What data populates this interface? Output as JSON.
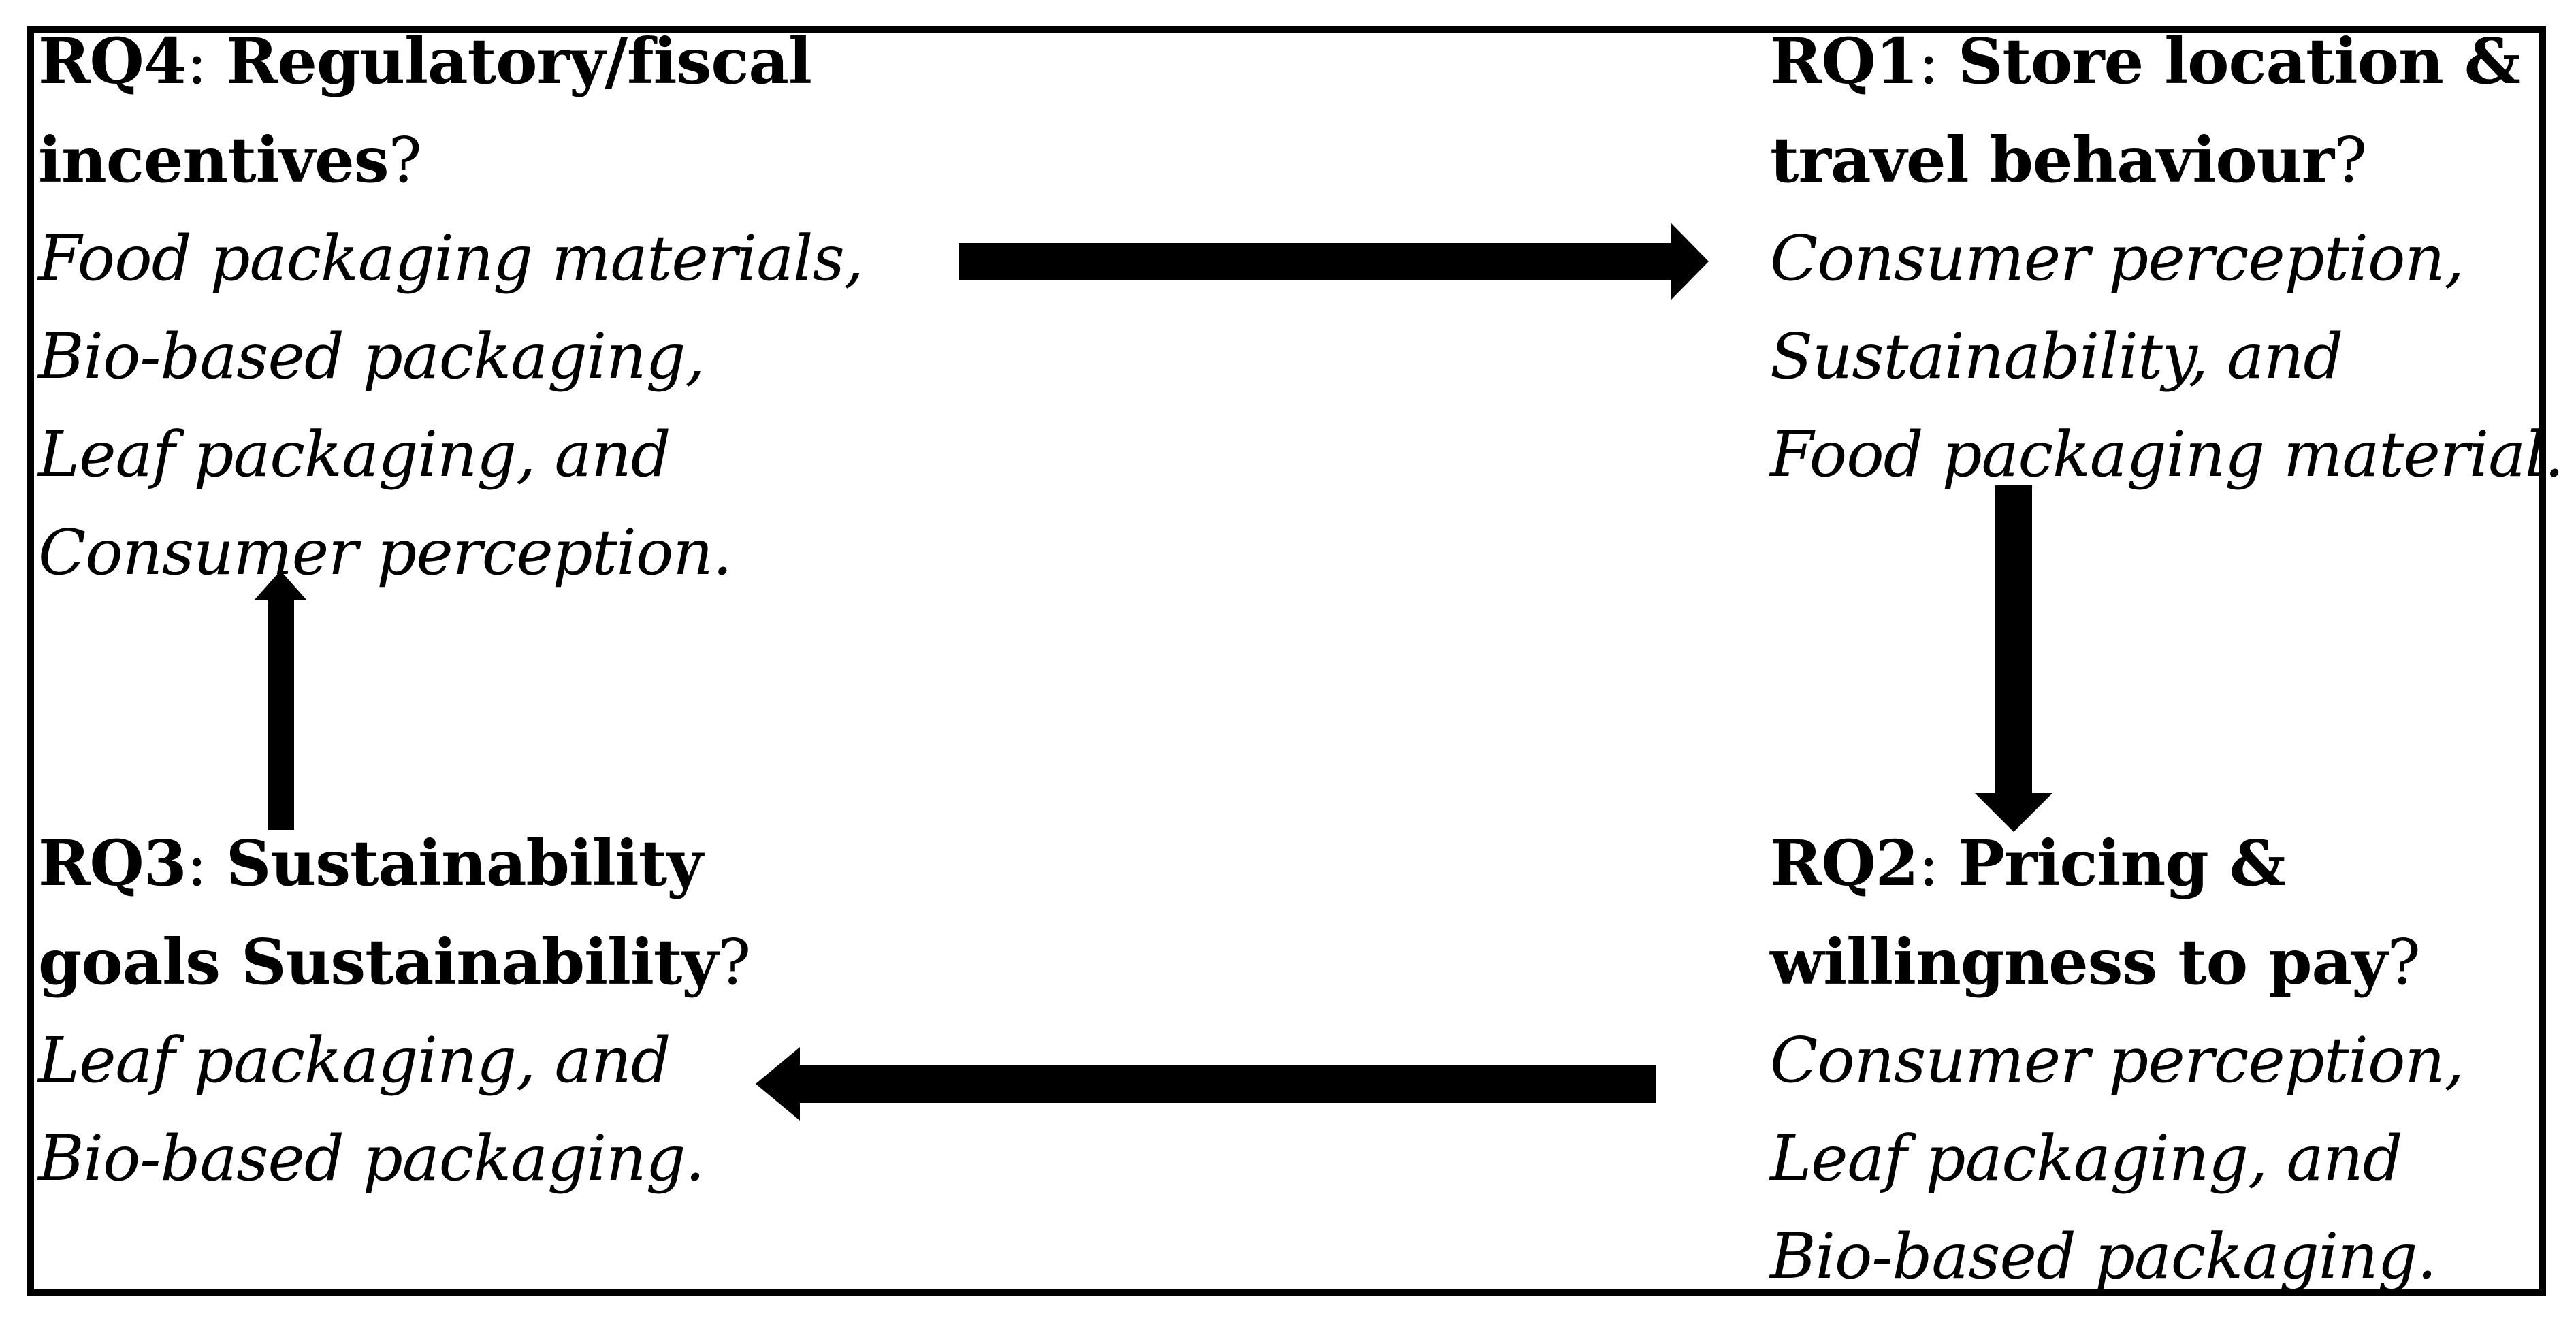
{
  "boxes": {
    "rq4": {
      "title_lines": [
        [
          {
            "text": "RQ4",
            "bold": true
          },
          {
            "text": ": ",
            "bold": false
          },
          {
            "text": "Regulatory/fiscal",
            "bold": true
          }
        ],
        [
          {
            "text": "incentives",
            "bold": true
          },
          {
            "text": "?",
            "bold": false
          }
        ]
      ],
      "topics": [
        "Food packaging materials,",
        "Bio-based packaging,",
        "Leaf packaging, and",
        "Consumer perception."
      ]
    },
    "rq1": {
      "title_lines": [
        [
          {
            "text": "RQ1",
            "bold": true
          },
          {
            "text": ": ",
            "bold": false
          },
          {
            "text": "Store location &",
            "bold": true
          }
        ],
        [
          {
            "text": "travel behaviour",
            "bold": true
          },
          {
            "text": "?",
            "bold": false
          }
        ]
      ],
      "topics": [
        "Consumer perception,",
        "Sustainability, and",
        "Food packaging material."
      ]
    },
    "rq3": {
      "title_lines": [
        [
          {
            "text": "RQ3",
            "bold": true
          },
          {
            "text": ": ",
            "bold": false
          },
          {
            "text": "Sustainability",
            "bold": true
          }
        ],
        [
          {
            "text": "goals Sustainability",
            "bold": true
          },
          {
            "text": "?",
            "bold": false
          }
        ]
      ],
      "topics": [
        "Leaf packaging, and",
        "Bio-based packaging."
      ]
    },
    "rq2": {
      "title_lines": [
        [
          {
            "text": "RQ2",
            "bold": true
          },
          {
            "text": ": ",
            "bold": false
          },
          {
            "text": "Pricing &",
            "bold": true
          }
        ],
        [
          {
            "text": "willingness to pay",
            "bold": true
          },
          {
            "text": "?",
            "bold": false
          }
        ]
      ],
      "topics": [
        "Consumer perception,",
        "Leaf packaging, and",
        "Bio-based packaging."
      ]
    }
  },
  "edges": [
    {
      "from": "rq4",
      "to": "rq1"
    },
    {
      "from": "rq1",
      "to": "rq2"
    },
    {
      "from": "rq2",
      "to": "rq3"
    },
    {
      "from": "rq3",
      "to": "rq4"
    }
  ],
  "colors": {
    "stroke": "#000000",
    "background": "#ffffff"
  }
}
